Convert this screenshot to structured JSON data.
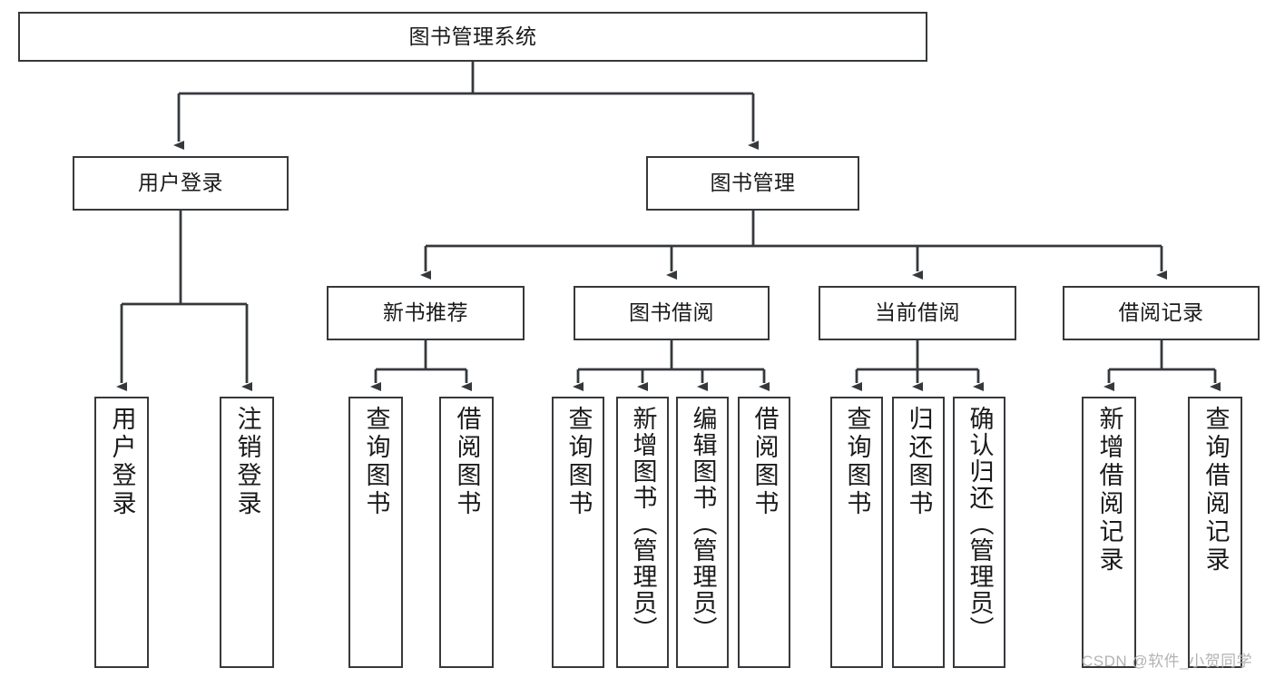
{
  "diagram": {
    "type": "tree-hierarchy",
    "title": "图书管理系统",
    "watermark": "CSDN @软件_小贺同学",
    "colors": {
      "box_border": "#36393c",
      "box_fill": "#ffffff",
      "line": "#36393c",
      "text": "#1a1a1a",
      "watermark": "#b3b3b3"
    },
    "nodes": {
      "root": {
        "label": "图书管理系统"
      },
      "level1": [
        {
          "label": "用户登录"
        },
        {
          "label": "图书管理"
        }
      ],
      "level2": [
        {
          "label": "新书推荐"
        },
        {
          "label": "图书借阅"
        },
        {
          "label": "当前借阅"
        },
        {
          "label": "借阅记录"
        }
      ],
      "leaves_user_login": [
        {
          "label": "用户登录"
        },
        {
          "label": "注销登录"
        }
      ],
      "leaves_new_books": [
        {
          "label": "查询图书"
        },
        {
          "label": "借阅图书"
        }
      ],
      "leaves_borrow": [
        {
          "label": "查询图书"
        },
        {
          "label": "新增图书（管理员）"
        },
        {
          "label": "编辑图书（管理员）"
        },
        {
          "label": "借阅图书"
        }
      ],
      "leaves_current": [
        {
          "label": "查询图书"
        },
        {
          "label": "归还图书"
        },
        {
          "label": "确认归还（管理员）"
        }
      ],
      "leaves_records": [
        {
          "label": "新增借阅记录"
        },
        {
          "label": "查询借阅记录"
        }
      ]
    }
  }
}
